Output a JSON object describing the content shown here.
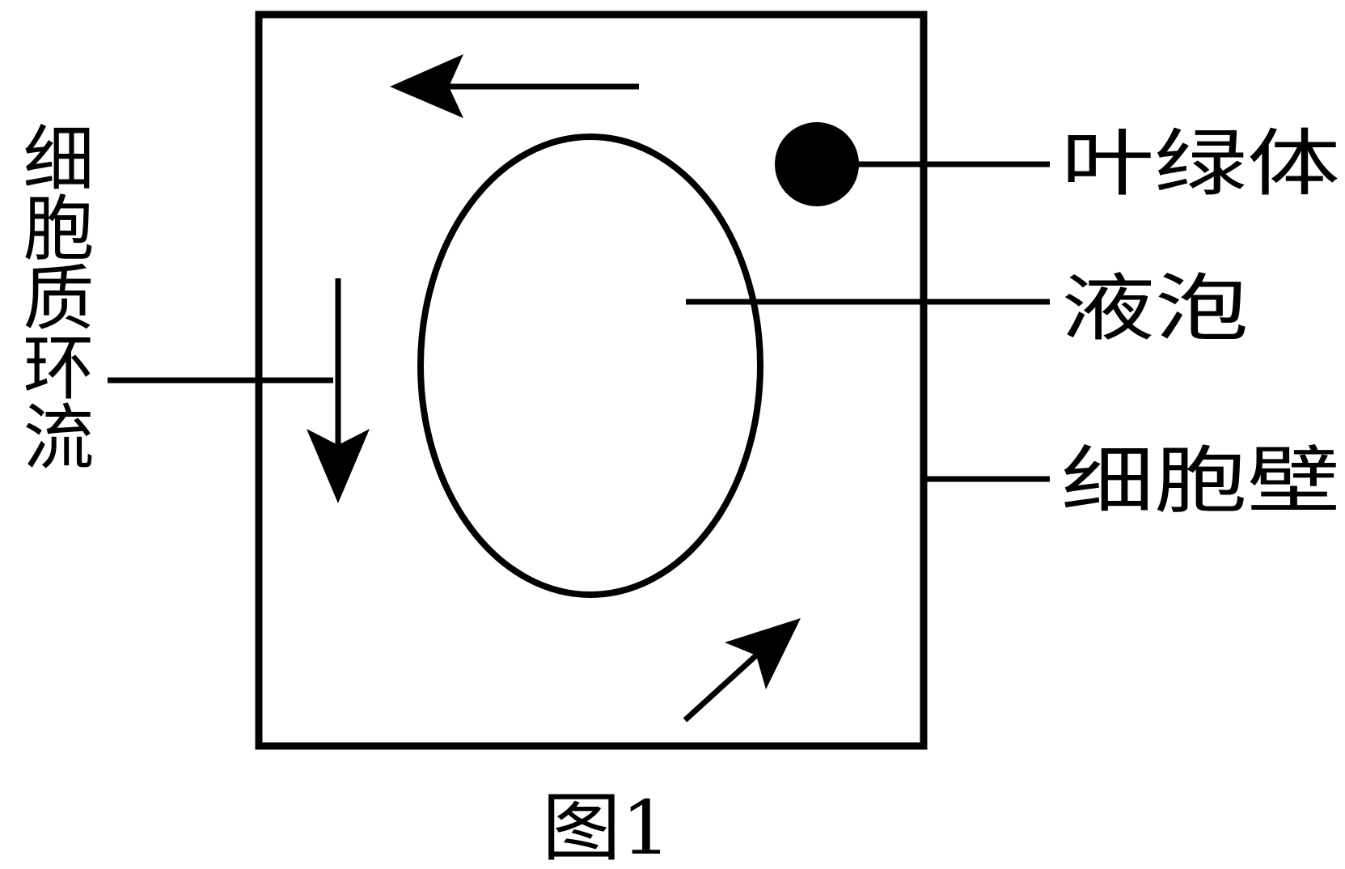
{
  "labels": {
    "chloroplast": "叶绿体",
    "vacuole": "液泡",
    "cell_wall": "细胞壁",
    "cytoplasmic_streaming": "细胞质环流"
  },
  "caption": "图1",
  "colors": {
    "ink": "#000000",
    "background": "#ffffff"
  }
}
